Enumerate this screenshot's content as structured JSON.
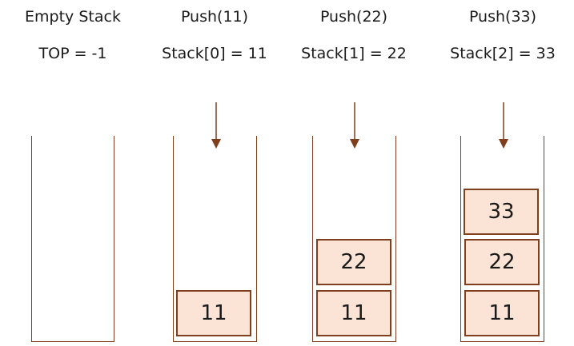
{
  "stages": [
    {
      "title": "Empty Stack",
      "subtitle": "TOP = -1",
      "items": []
    },
    {
      "title": "Push(11)",
      "subtitle": "Stack[0] = 11",
      "items": [
        "11"
      ]
    },
    {
      "title": "Push(22)",
      "subtitle": "Stack[1] = 22",
      "items": [
        "11",
        "22"
      ]
    },
    {
      "title": "Push(33)",
      "subtitle": "Stack[2] = 33",
      "items": [
        "11",
        "22",
        "33"
      ]
    }
  ],
  "colors": {
    "border": "#7f3f1c",
    "item_fill": "#fbe4d6",
    "text": "#1a1a1a"
  },
  "icons": {
    "push_arrow": "down-arrow-icon"
  }
}
